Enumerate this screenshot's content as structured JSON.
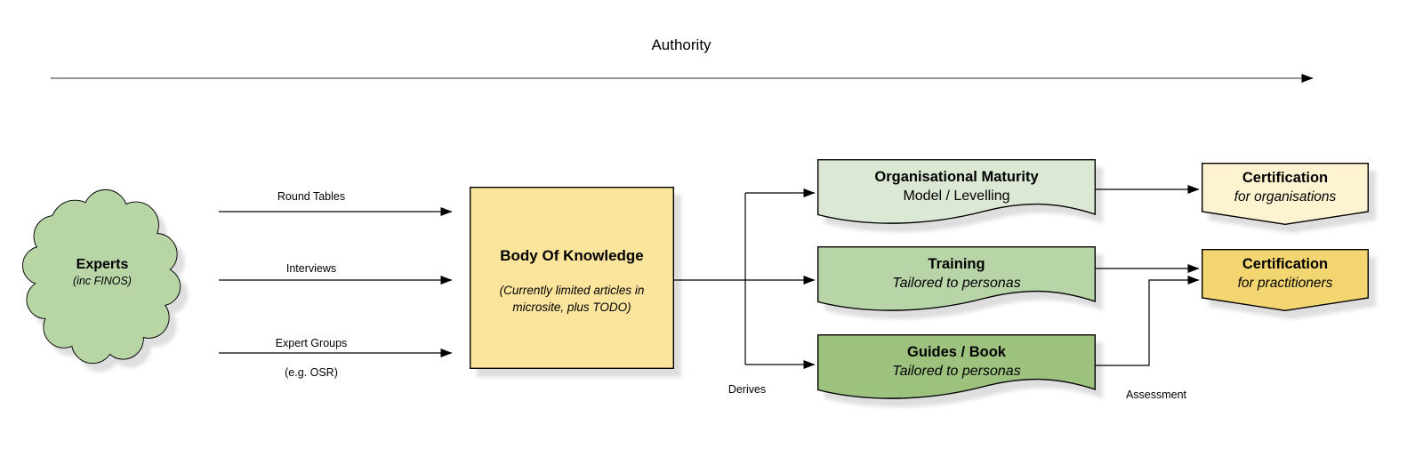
{
  "authority": {
    "label": "Authority",
    "line_color": "#969696"
  },
  "cloud": {
    "title": "Experts",
    "subtitle": "(inc FINOS)",
    "fill": "#b7d5a5"
  },
  "feeder_arrows": [
    {
      "label": "Round Tables"
    },
    {
      "label": "Interviews"
    },
    {
      "label": "Expert Groups",
      "sublabel": "(e.g. OSR)"
    }
  ],
  "body_of_knowledge": {
    "title": "Body Of Knowledge",
    "subtitle_line1": "(Currently limited articles in",
    "subtitle_line2": "microsite, plus TODO)",
    "fill": "#fbe59d"
  },
  "edge_labels": {
    "derives": "Derives",
    "assessment": "Assessment"
  },
  "documents": [
    {
      "title": "Organisational Maturity",
      "subtitle": "Model / Levelling",
      "fill": "#dbe8d3"
    },
    {
      "title": "Training",
      "subtitle": "Tailored to personas",
      "fill": "#b8d5a8"
    },
    {
      "title": "Guides / Book",
      "subtitle": "Tailored to personas",
      "fill": "#9cc27e"
    }
  ],
  "certifications": [
    {
      "title": "Certification",
      "subtitle": "for organisations",
      "fill": "#fdf3d0"
    },
    {
      "title": "Certification",
      "subtitle": "for practitioners",
      "fill": "#f3d671"
    }
  ]
}
